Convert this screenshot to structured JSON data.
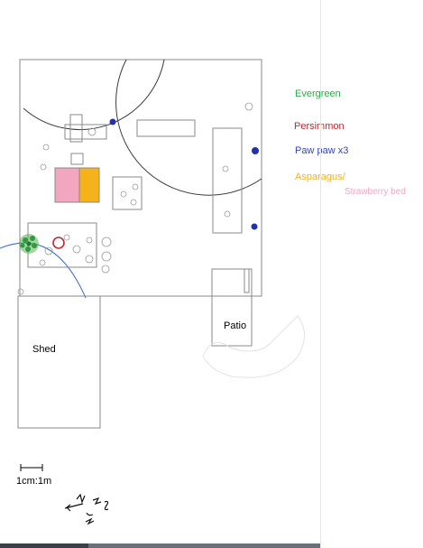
{
  "legend": {
    "evergreen": {
      "label": "Evergreen",
      "color": "#2fa84f"
    },
    "persimmon": {
      "label": "Persimmon",
      "color": "#c0282d"
    },
    "pawpaw": {
      "label": "Paw paw x3",
      "color": "#3345b5"
    },
    "asparagus": {
      "label": "Asparagus/",
      "color": "#f6b21a"
    },
    "strawberry": {
      "label": "Strawberry bed",
      "color": "#f2a6bf"
    }
  },
  "labels": {
    "shed": "Shed",
    "patio": "Patio",
    "scale": "1cm:1m"
  },
  "colors": {
    "pencil": "#7a7a7a",
    "paw_paw_dot": "#2331a8",
    "arc": "#3b3b3b",
    "blue_arc": "#3a6fc4",
    "asparagus_fill": "#f6b21a",
    "strawberry_fill": "#f2a6bf",
    "evergreen_fill": "#2f9a3f",
    "persimmon_stroke": "#c0282d"
  },
  "icons": {
    "compass": "compass-rose-handwritten"
  }
}
